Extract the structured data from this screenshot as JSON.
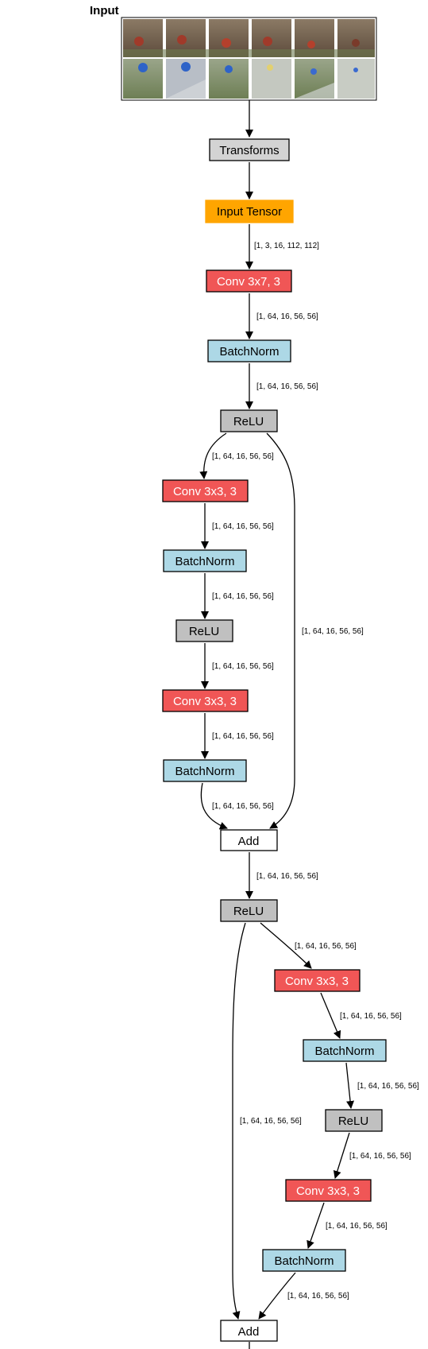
{
  "title": "Input",
  "colors": {
    "conv": "#f05656",
    "batchnorm": "#add8e6",
    "relu": "#c0c0c0",
    "transforms": "#d3d3d3",
    "input_tensor": "#ffa500",
    "add": "#ffffff"
  },
  "nodes": {
    "transforms": "Transforms",
    "input_tensor": "Input Tensor",
    "conv1": "Conv 3x7, 3",
    "bn1": "BatchNorm",
    "relu1": "ReLU",
    "b1_conv1": "Conv 3x3, 3",
    "b1_bn1": "BatchNorm",
    "b1_relu": "ReLU",
    "b1_conv2": "Conv 3x3, 3",
    "b1_bn2": "BatchNorm",
    "add1": "Add",
    "relu2": "ReLU",
    "b2_conv1": "Conv 3x3, 3",
    "b2_bn1": "BatchNorm",
    "b2_relu": "ReLU",
    "b2_conv2": "Conv 3x3, 3",
    "b2_bn2": "BatchNorm",
    "add2": "Add"
  },
  "edge_labels": {
    "e_in_conv1": "[1, 3, 16, 112, 112]",
    "e_conv1_bn1": "[1, 64, 16, 56, 56]",
    "e_bn1_relu1": "[1, 64, 16, 56, 56]",
    "e_relu1_b1conv1": "[1, 64, 16, 56, 56]",
    "e_b1conv1_b1bn1": "[1, 64, 16, 56, 56]",
    "e_b1bn1_b1relu": "[1, 64, 16, 56, 56]",
    "e_b1relu_b1conv2": "[1, 64, 16, 56, 56]",
    "e_b1conv2_b1bn2": "[1, 64, 16, 56, 56]",
    "e_b1bn2_add1": "[1, 64, 16, 56, 56]",
    "e_skip1": "[1, 64, 16, 56, 56]",
    "e_add1_relu2": "[1, 64, 16, 56, 56]",
    "e_relu2_b2conv1": "[1, 64, 16, 56, 56]",
    "e_b2conv1_b2bn1": "[1, 64, 16, 56, 56]",
    "e_b2bn1_b2relu": "[1, 64, 16, 56, 56]",
    "e_b2relu_b2conv2": "[1, 64, 16, 56, 56]",
    "e_b2conv2_b2bn2": "[1, 64, 16, 56, 56]",
    "e_b2bn2_add2": "[1, 64, 16, 56, 56]",
    "e_skip2": "[1, 64, 16, 56, 56]"
  }
}
